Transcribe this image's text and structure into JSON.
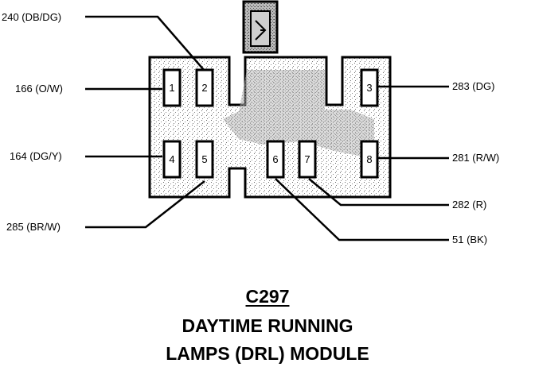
{
  "connector": {
    "id": "C297",
    "title_line1": "DAYTIME RUNNING",
    "title_line2": "LAMPS (DRL) MODULE"
  },
  "pins": [
    {
      "number": "1"
    },
    {
      "number": "2"
    },
    {
      "number": "3"
    },
    {
      "number": "4"
    },
    {
      "number": "5"
    },
    {
      "number": "6"
    },
    {
      "number": "7"
    },
    {
      "number": "8"
    }
  ],
  "wires": {
    "w240": "240 (DB/DG)",
    "w166": "166 (O/W)",
    "w164": "164 (DG/Y)",
    "w285": "285 (BR/W)",
    "w283": "283 (DG)",
    "w281": "281 (R/W)",
    "w282": "282 (R)",
    "w51": "51 (BK)"
  }
}
